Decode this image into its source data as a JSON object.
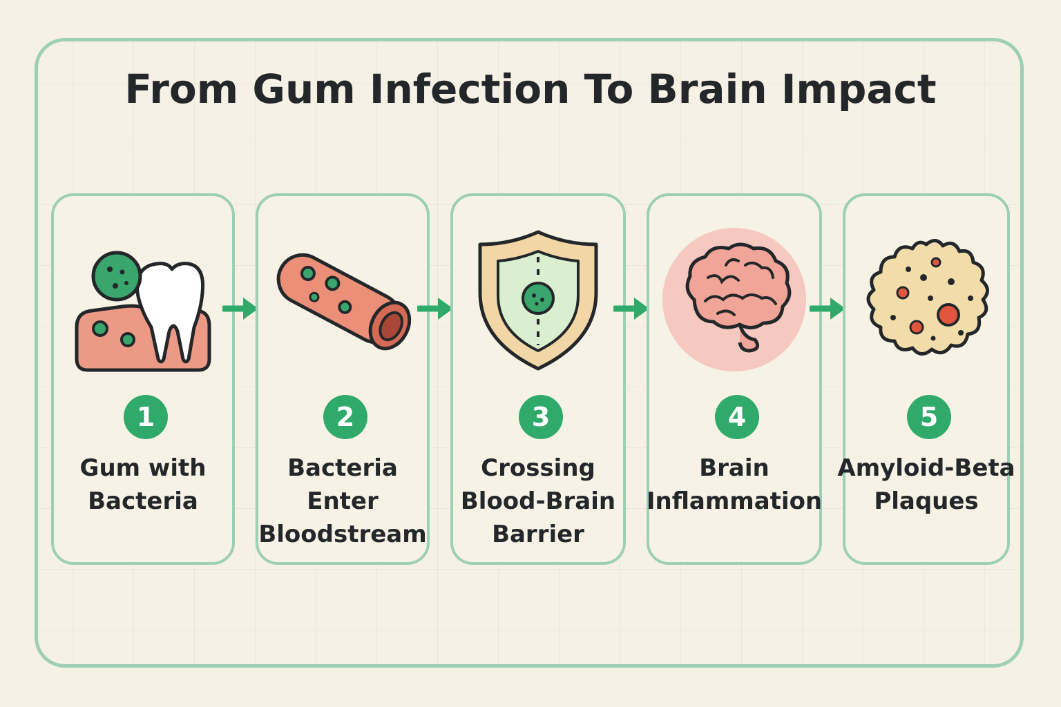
{
  "title": "From Gum Infection To Brain Impact",
  "colors": {
    "accent_green": "#2faa6a",
    "border_green": "#9ccfb4",
    "background": "#f6f1e5",
    "coral": "#ec8f78",
    "pink": "#f5c9bf",
    "text": "#23272a"
  },
  "steps": [
    {
      "number": "1",
      "label": "Gum with\nBacteria",
      "icon": "gum-tooth-bacteria-icon"
    },
    {
      "number": "2",
      "label": "Bacteria\nEnter\nBloodstream",
      "icon": "blood-vessel-icon"
    },
    {
      "number": "3",
      "label": "Crossing\nBlood-Brain\nBarrier",
      "icon": "shield-icon"
    },
    {
      "number": "4",
      "label": "Brain\nInflammation",
      "icon": "brain-icon"
    },
    {
      "number": "5",
      "label": "Amyloid-Beta\nPlaques",
      "icon": "plaque-icon"
    }
  ]
}
